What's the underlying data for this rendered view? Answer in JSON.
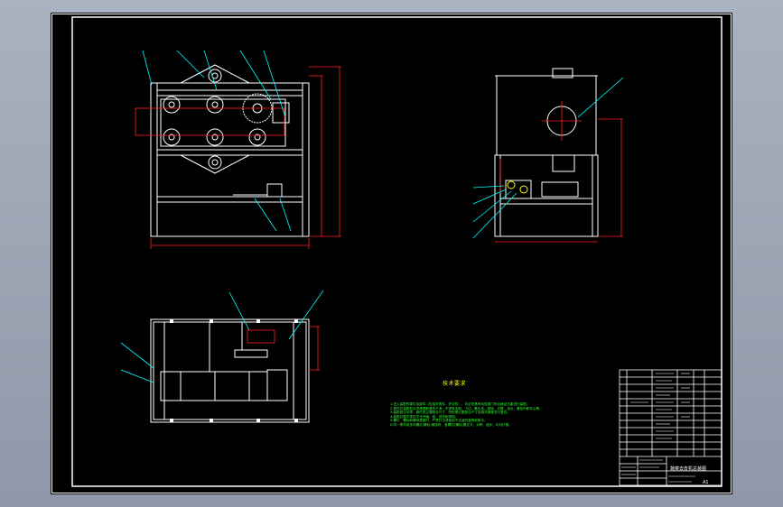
{
  "drawing": {
    "technical_requirements_title": "技术要求",
    "technical_notes": [
      "1.进入装配的零件及部件（包括外购件、外协件），均必须具有检验部门的合格证方能进行装配。",
      "2.零件在装配前必须清理和清洗干净，不得有毛刺、飞边、氧化皮、锈蚀、切屑、油污、着色剂和灰尘等。",
      "3.装配前应对零、部件的主要配合尺寸，特别是过盈配合尺寸及相关精度进行复查。",
      "4.装配过程中零件不允许磕、碰、划伤和锈蚀。",
      "5.螺钉、螺栓和螺母紧固时，严禁打击或使用不合适的旋具和扳手。",
      "6.同一零件用多件螺钉(螺栓)紧固时，各螺钉(螺栓)需交叉、对称、逐步、均匀拧紧。"
    ],
    "title_block": {
      "drawing_title": "蔬菜去皮机总装图",
      "sheet_label": "A1"
    }
  }
}
